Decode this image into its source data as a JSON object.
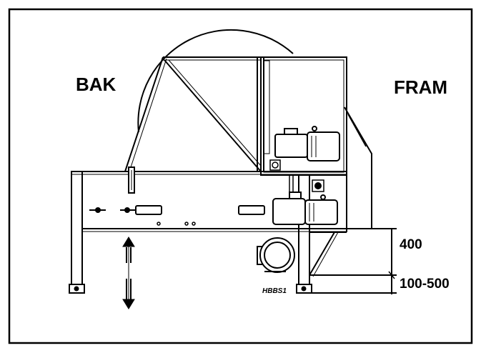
{
  "labels": {
    "back": "BAK",
    "front": "FRAM",
    "dimension_upper": "400",
    "dimension_lower": "100-500",
    "drawing_code": "HBBS1"
  },
  "colors": {
    "line": "#000000",
    "background": "#ffffff"
  }
}
